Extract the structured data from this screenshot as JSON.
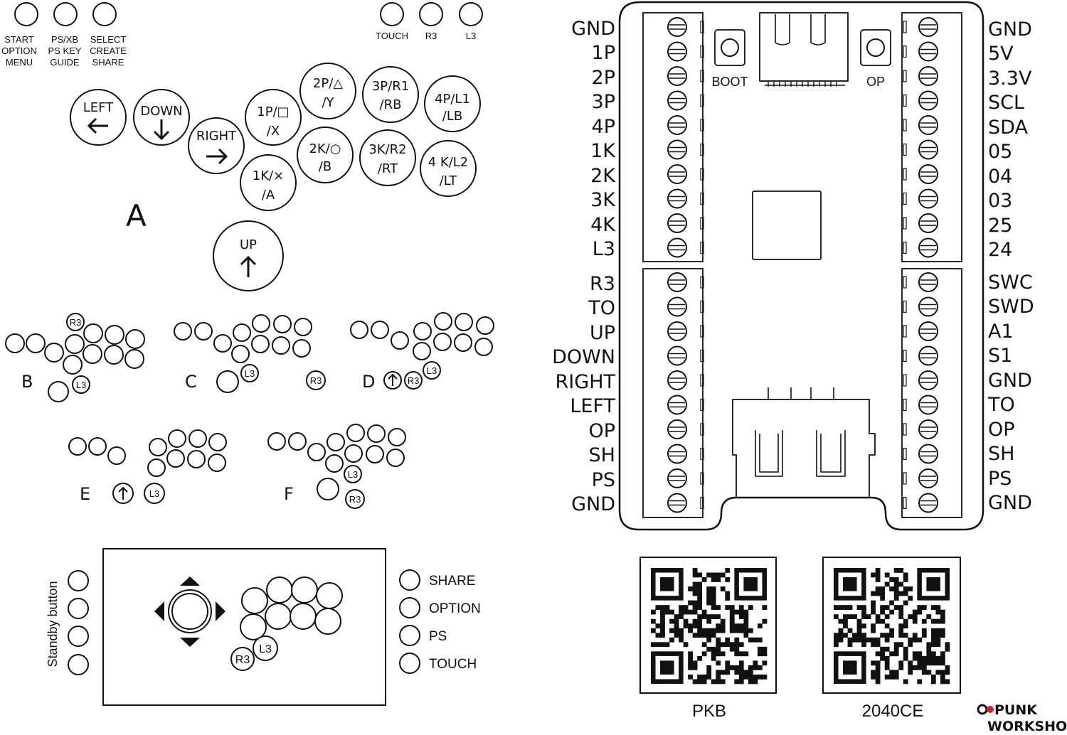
{
  "colors": {
    "ink": "#111111",
    "paper": "#ffffff",
    "logo_accent": "#d6202a"
  },
  "top_buttons": [
    {
      "lines": [
        "START",
        "OPTION",
        "MENU"
      ]
    },
    {
      "lines": [
        "PS/XB",
        "PS KEY",
        "GUIDE"
      ]
    },
    {
      "lines": [
        "SELECT",
        "CREATE",
        "SHARE"
      ]
    },
    {
      "lines": [
        "TOUCH"
      ]
    },
    {
      "lines": [
        "R3"
      ]
    },
    {
      "lines": [
        "L3"
      ]
    }
  ],
  "layout_a": {
    "label": "A",
    "buttons": [
      {
        "lines": [
          "LEFT"
        ],
        "arrow": "left-arrow-icon"
      },
      {
        "lines": [
          "DOWN"
        ],
        "arrow": "down-arrow-icon"
      },
      {
        "lines": [
          "RIGHT"
        ],
        "arrow": "right-arrow-icon"
      },
      {
        "lines": [
          "1P/□",
          "/X"
        ]
      },
      {
        "lines": [
          "2P/△",
          "/Y"
        ]
      },
      {
        "lines": [
          "3P/R1",
          "/RB"
        ]
      },
      {
        "lines": [
          "4P/L1",
          "/LB"
        ]
      },
      {
        "lines": [
          "1K/×",
          "/A"
        ]
      },
      {
        "lines": [
          "2K/○",
          "/B"
        ]
      },
      {
        "lines": [
          "3K/R2",
          "/RT"
        ]
      },
      {
        "lines": [
          "4 K/L2",
          "/LT"
        ]
      },
      {
        "lines": [
          "UP"
        ],
        "arrow": "up-arrow-icon"
      }
    ]
  },
  "layout_labels": {
    "b": "B",
    "c": "C",
    "d": "D",
    "e": "E",
    "f": "F"
  },
  "small_labels": {
    "r3": "R3",
    "l3": "L3"
  },
  "bottom_panel": {
    "standby_label": "Standby button",
    "side_buttons": [
      "SHARE",
      "OPTION",
      "PS",
      "TOUCH"
    ],
    "r3": "R3",
    "l3": "L3"
  },
  "board": {
    "left_pins_top": [
      "GND",
      "1P",
      "2P",
      "3P",
      "4P",
      "1K",
      "2K",
      "3K",
      "4K",
      "L3"
    ],
    "left_pins_bottom": [
      "R3",
      "TO",
      "UP",
      "DOWN",
      "RIGHT",
      "LEFT",
      "OP",
      "SH",
      "PS",
      "GND"
    ],
    "right_pins_top": [
      "GND",
      "5V",
      "3.3V",
      "SCL",
      "SDA",
      "05",
      "04",
      "03",
      "25",
      "24"
    ],
    "right_pins_bottom": [
      "SWC",
      "SWD",
      "A1",
      "S1",
      "GND",
      "TO",
      "OP",
      "SH",
      "PS",
      "GND"
    ],
    "boot_label": "BOOT",
    "op_label": "OP"
  },
  "qr_codes": [
    {
      "caption": "PKB"
    },
    {
      "caption": "2040CE"
    }
  ],
  "logo": {
    "line1": "PUNK",
    "line2": "WORKSHOP"
  }
}
